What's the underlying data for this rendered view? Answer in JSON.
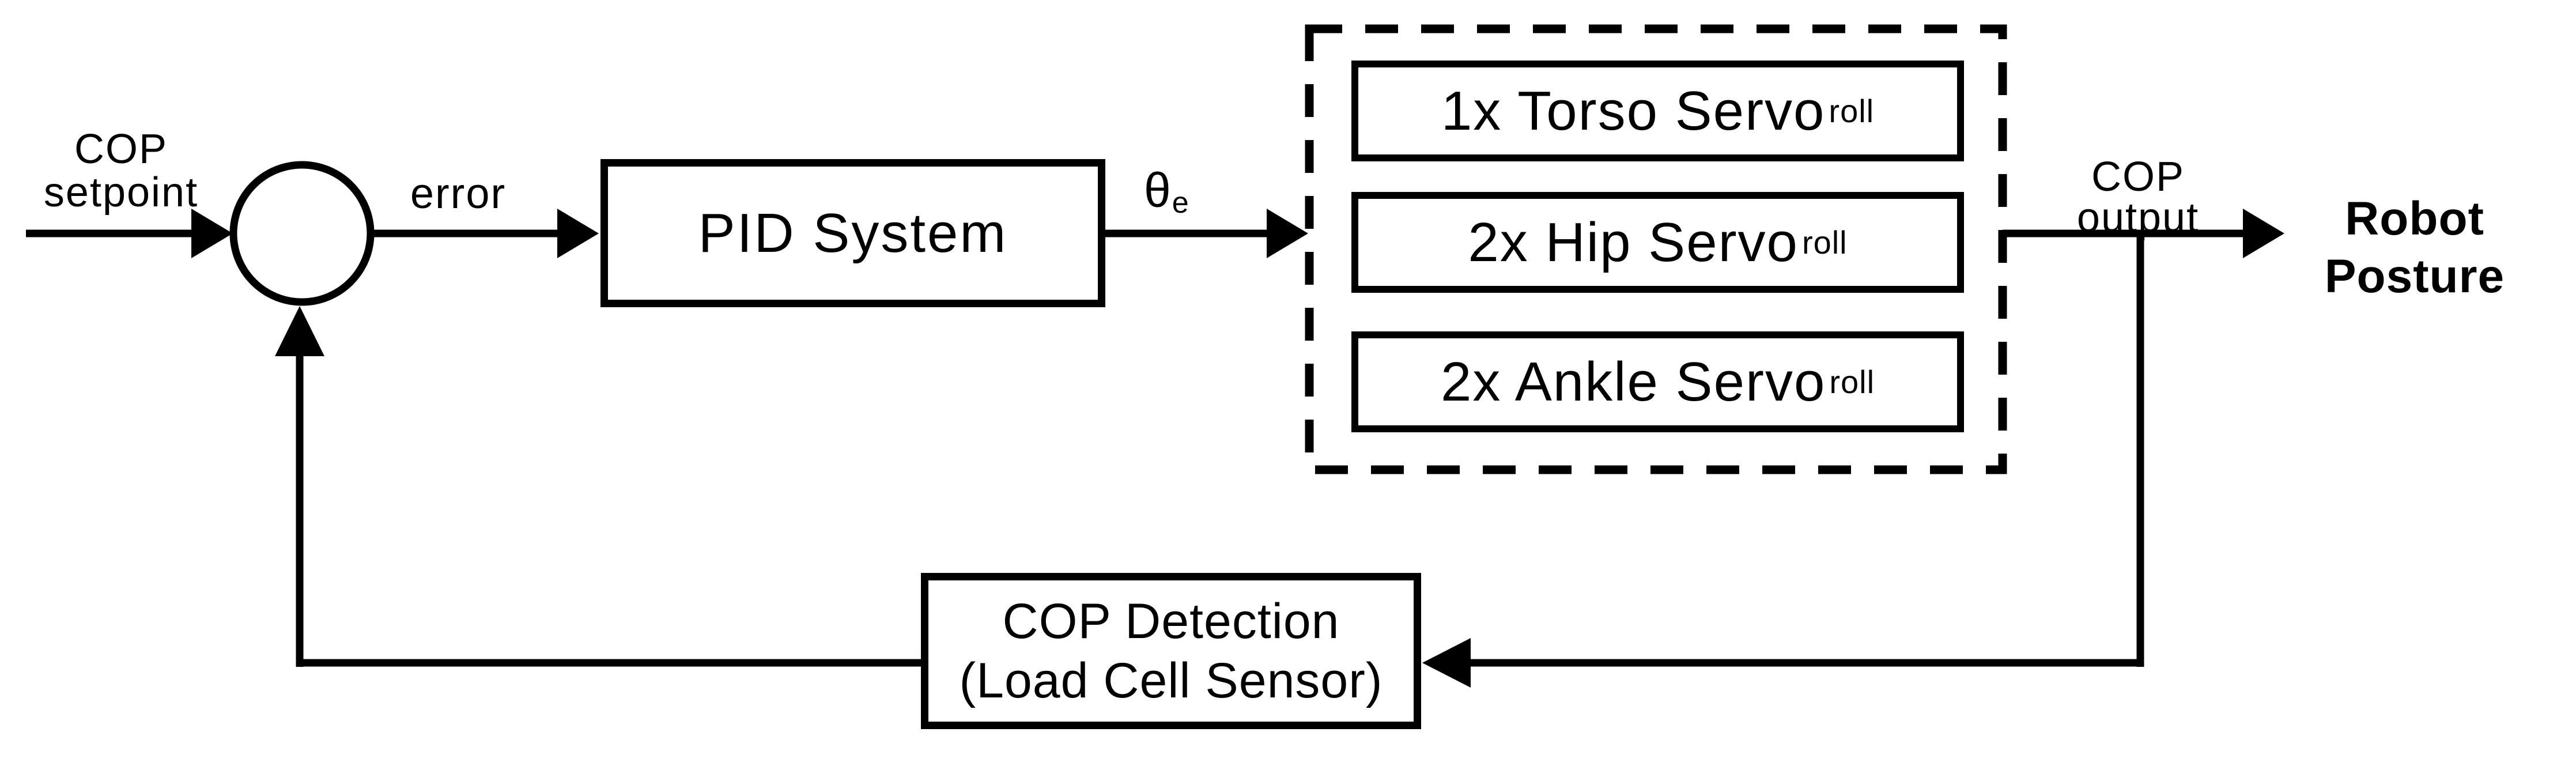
{
  "page": {
    "background": "#ffffff",
    "ink": "#000000"
  },
  "diagram": {
    "setpoint_label": {
      "line1": "COP",
      "line2": "setpoint"
    },
    "error_label": "error",
    "theta_label": {
      "main": "θ",
      "sub": "e"
    },
    "pid_block": {
      "label": "PID System"
    },
    "servo_group": {
      "boxes": [
        {
          "label": "1x Torso Servo",
          "sub": "roll"
        },
        {
          "label": "2x Hip Servo",
          "sub": "roll"
        },
        {
          "label": "2x Ankle Servo",
          "sub": "roll"
        }
      ]
    },
    "output_label": {
      "line1": "COP",
      "line2": "output"
    },
    "robot_label": {
      "line1": "Robot",
      "line2": "Posture"
    },
    "detection_block": {
      "line1": "COP Detection",
      "line2": "(Load Cell Sensor)"
    }
  }
}
